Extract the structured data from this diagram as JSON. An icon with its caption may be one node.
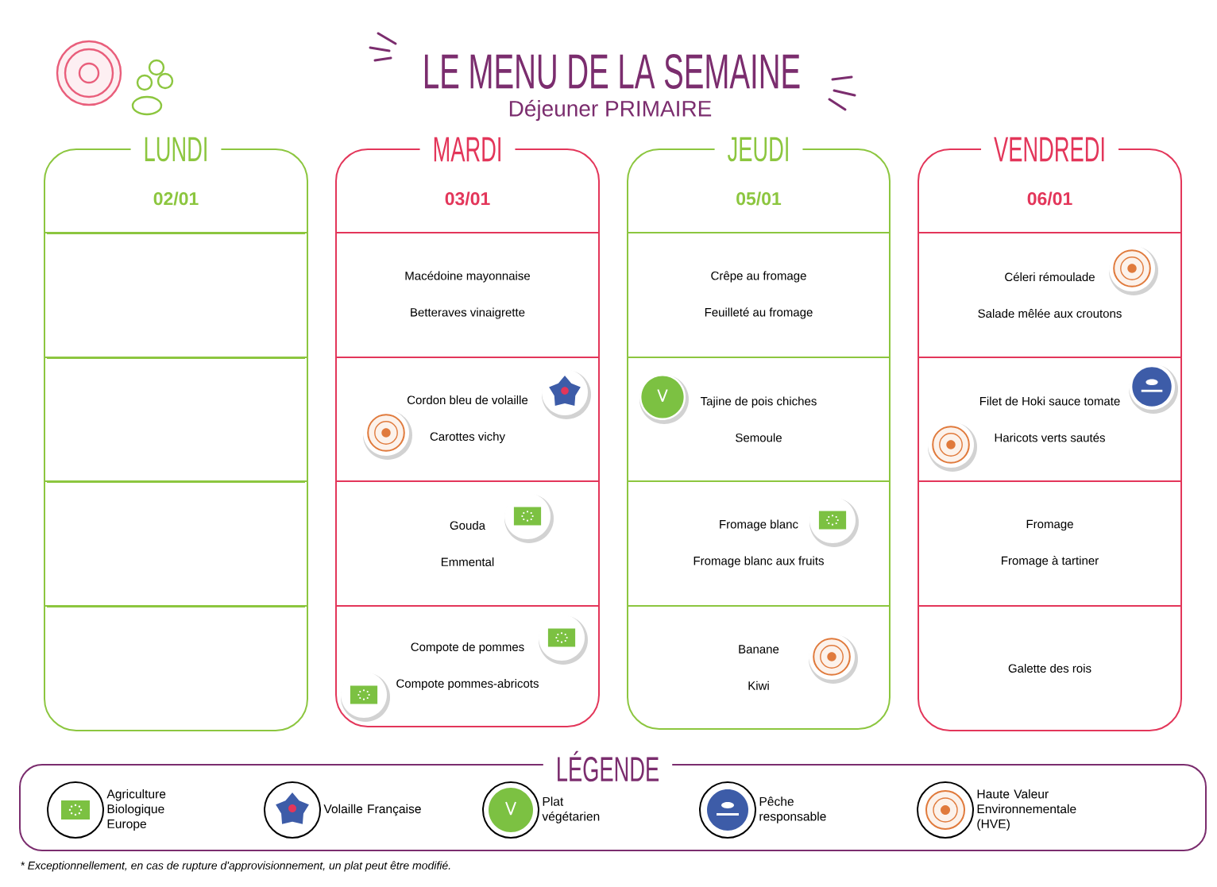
{
  "diagram": {
    "title": "LE MENU DE LA SEMAINE",
    "caption": "* Exceptionnellement, en cas de rupture d'approvisionnement, un plat peut être modifié.",
    "nodes": [
      {
        "text": [
          "LUNDI",
          "02/01"
        ]
      },
      {
        "text": [],
        "shape": "box",
        "in": 0
      },
      {
        "text": [],
        "shape": "box",
        "in": 0
      },
      {
        "text": [],
        "shape": "box",
        "in": 0
      },
      {
        "text": [],
        "shape": "box",
        "in": 0
      },
      {
        "text": [
          "MARDI",
          "03/01"
        ]
      },
      {
        "text": [
          "Macédoine mayonnaise",
          "Betteraves vinaigrette"
        ],
        "in": 5
      },
      {
        "text": [
          "Cordon bleu de volaille",
          "Carottes vichy"
        ],
        "in": 5
      },
      {
        "text": [
          "Gouda",
          "Emmental"
        ],
        "in": 5
      },
      {
        "text": [
          "Compote de pommes",
          "Compote pommes-abricots"
        ],
        "in": 5
      },
      {
        "text": [
          "JEUDI",
          "05/01"
        ]
      },
      {
        "text": [
          "Crêpe au fromage",
          "Feuilleté au fromage"
        ],
        "in": 10
      },
      {
        "text": [
          "Tajine de pois chiches",
          "Semoule"
        ],
        "in": 10
      },
      {
        "text": [
          "Fromage blanc",
          "Fromage blanc aux fruits"
        ],
        "in": 10
      },
      {
        "text": [
          "Banane",
          "Kiwi"
        ],
        "in": 10
      },
      {
        "text": [
          "VENDREDI",
          "06/01"
        ]
      },
      {
        "text": [
          "Céleri rémoulade",
          "Salade mêlée aux croutons"
        ],
        "in": 15
      },
      {
        "text": [
          "Filet de Hoki sauce tomate",
          "Haricots verts sautés"
        ],
        "in": 15
      },
      {
        "text": [
          "Fromage",
          "Fromage à tartiner"
        ],
        "in": 15
      },
      {
        "text": [
          "Galette des rois"
        ],
        "in": 15
      }
    ],
    "labels": [
      "Déjeuner PRIMAIRE",
      "LÉGENDE"
    ],
    "legend": [
      {
        "text": "Agriculture Biologique Europe"
      },
      {
        "text": "Volaille Française"
      },
      {
        "text": "Plat végétarien"
      },
      {
        "text": "Pêche responsable"
      },
      {
        "text": "Haute Valeur Environnementale (HVE)"
      }
    ]
  }
}
